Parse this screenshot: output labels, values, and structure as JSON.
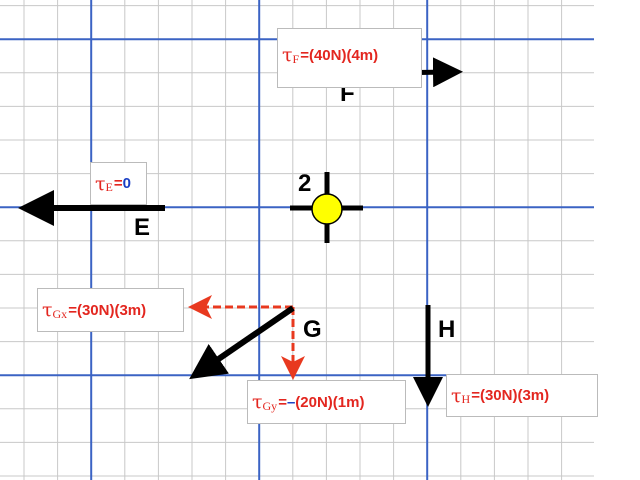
{
  "pivot": {
    "label": "2",
    "color": "#ffff00"
  },
  "forces": {
    "F": {
      "label": "F",
      "torque_symbol": "τ",
      "torque_sub": "F",
      "torque_expr": "=(40N)(4m)"
    },
    "E": {
      "label": "E",
      "torque_symbol": "τ",
      "torque_sub": "E",
      "torque_eq": "=",
      "torque_value": "0"
    },
    "G": {
      "label": "G",
      "x_symbol": "τ",
      "x_sub": "Gx",
      "x_expr": "=(30N)(3m)",
      "y_symbol": "τ",
      "y_sub": "Gy",
      "y_eq": "=",
      "y_minus": "–",
      "y_expr": "(20N)(1m)"
    },
    "H": {
      "label": "H",
      "torque_symbol": "τ",
      "torque_sub": "H",
      "torque_expr": "=(30N)(3m)"
    }
  },
  "colors": {
    "major_grid": "#3b63c4",
    "minor_grid": "#c8c8c8",
    "torque_text": "#e3261f",
    "dashed": "#e8391f",
    "zero": "#1a3fc4"
  }
}
